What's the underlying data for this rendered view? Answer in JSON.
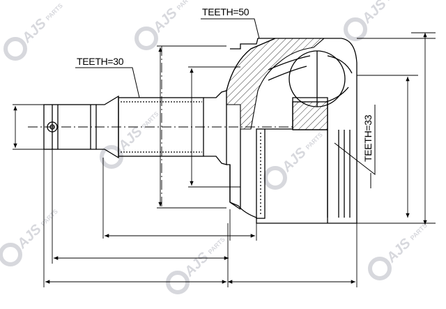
{
  "watermark": {
    "brand": "AJS",
    "suffix": "PARTS"
  },
  "labels": {
    "teeth_housing": "TEETH=50",
    "teeth_shaft": "TEETH=30",
    "teeth_inner": "TEETH=33"
  },
  "colors": {
    "line": "#000000",
    "watermark": "#d7d8dd"
  }
}
